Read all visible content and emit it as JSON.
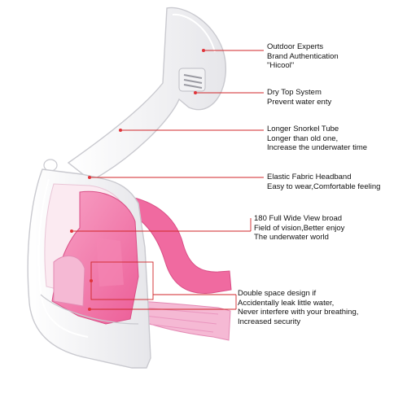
{
  "callouts": [
    {
      "id": "brand",
      "lines": [
        "Outdoor Experts",
        "Brand Authentication",
        "\"Hicool\""
      ]
    },
    {
      "id": "dry-top",
      "lines": [
        "Dry Top System",
        "Prevent water enty"
      ]
    },
    {
      "id": "snorkel-tube",
      "lines": [
        "Longer Snorkel Tube",
        "Longer than old one,",
        "Increase the  underwater time"
      ]
    },
    {
      "id": "headband",
      "lines": [
        "Elastic Fabric Headband",
        "Easy to wear,Comfortable feeling"
      ]
    },
    {
      "id": "view",
      "lines": [
        "180   Full Wide View broad",
        "Field of vision,Better enjoy",
        "The underwater world"
      ]
    },
    {
      "id": "double-space",
      "lines": [
        "Double space design if",
        "Accidentally leak little water,",
        "Never interfere with your breathing,",
        "Increased security"
      ]
    }
  ],
  "colors": {
    "leader": "#d0262a",
    "dot": "#e0343a",
    "frame": "#f7f7f9",
    "frame_edge": "#c9c9cf",
    "pink": "#f06aa0",
    "pink_light": "#f5b9d4",
    "pink_dark": "#d94f86",
    "lens": "#fbeaf1"
  },
  "icons": [
    "snorkel-tube",
    "dry-top-valve",
    "mask-frame",
    "mask-lens",
    "strap",
    "breathing-chamber",
    "chin-clip"
  ]
}
